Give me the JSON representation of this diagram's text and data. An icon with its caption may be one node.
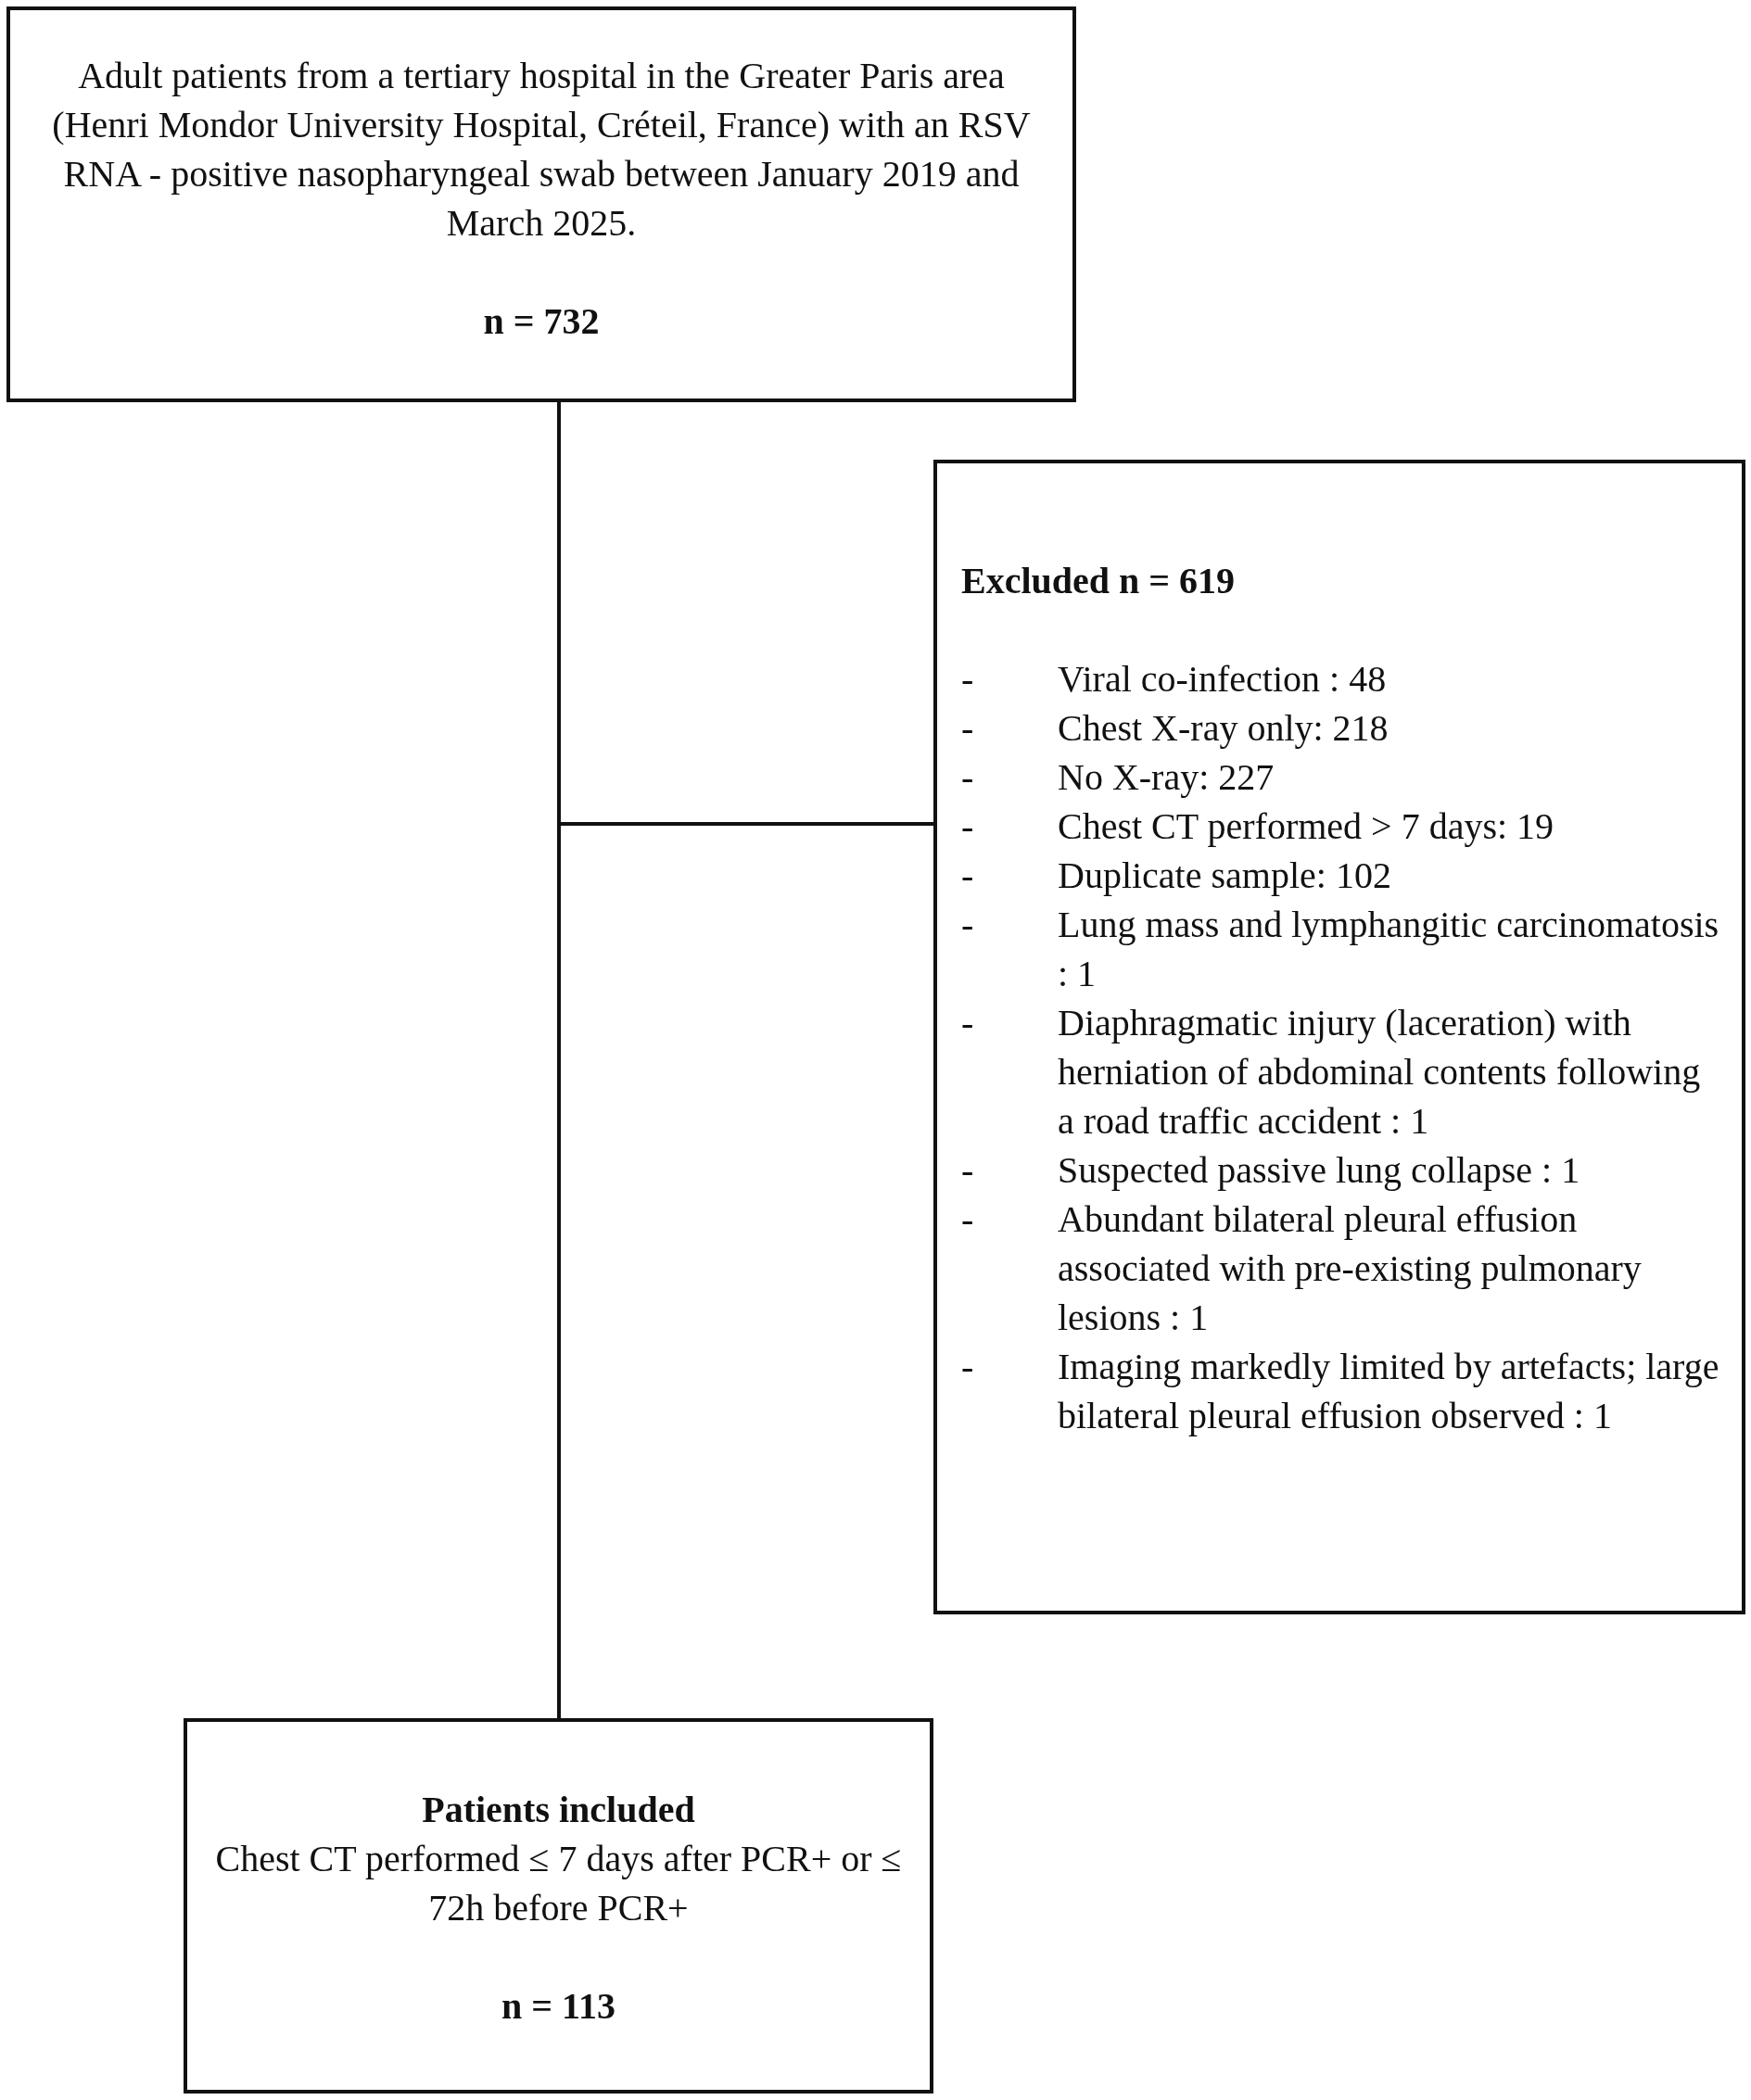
{
  "diagram": {
    "nodes": [
      {
        "text": [
          "Adult patients from a tertiary hospital in the Greater Paris area (Henri Mondor University Hospital, Créteil, France) with an RSV RNA - positive nasopharyngeal swab between January 2019 and March 2025.",
          "n = 732"
        ]
      },
      {
        "text": [
          "Excluded n = 619",
          "-",
          "Viral co-infection : 48",
          "-",
          "Chest X-ray only: 218",
          "-",
          "No X-ray: 227",
          "-",
          "Chest CT performed > 7 days: 19",
          "-",
          "Duplicate sample: 102",
          "-",
          "Lung mass and lymphangitic carcinomatosis : 1",
          "-",
          "Diaphragmatic injury (laceration) with herniation of abdominal contents following a road traffic accident : 1",
          "-",
          "Suspected passive lung collapse : 1",
          "-",
          "Abundant bilateral pleural effusion associated with pre-existing pulmonary lesions : 1",
          "-",
          "Imaging markedly limited by artefacts; large bilateral pleural effusion observed : 1"
        ]
      },
      {
        "text": [
          "Patients included",
          "Chest CT performed ≤ 7 days after PCR+ or ≤ 72h before PCR+",
          "n = 113"
        ]
      }
    ],
    "edges": [
      {
        "from": 0,
        "to": 1,
        "arrow": "none"
      },
      {
        "from": 0,
        "to": 2,
        "arrow": "none"
      }
    ]
  }
}
